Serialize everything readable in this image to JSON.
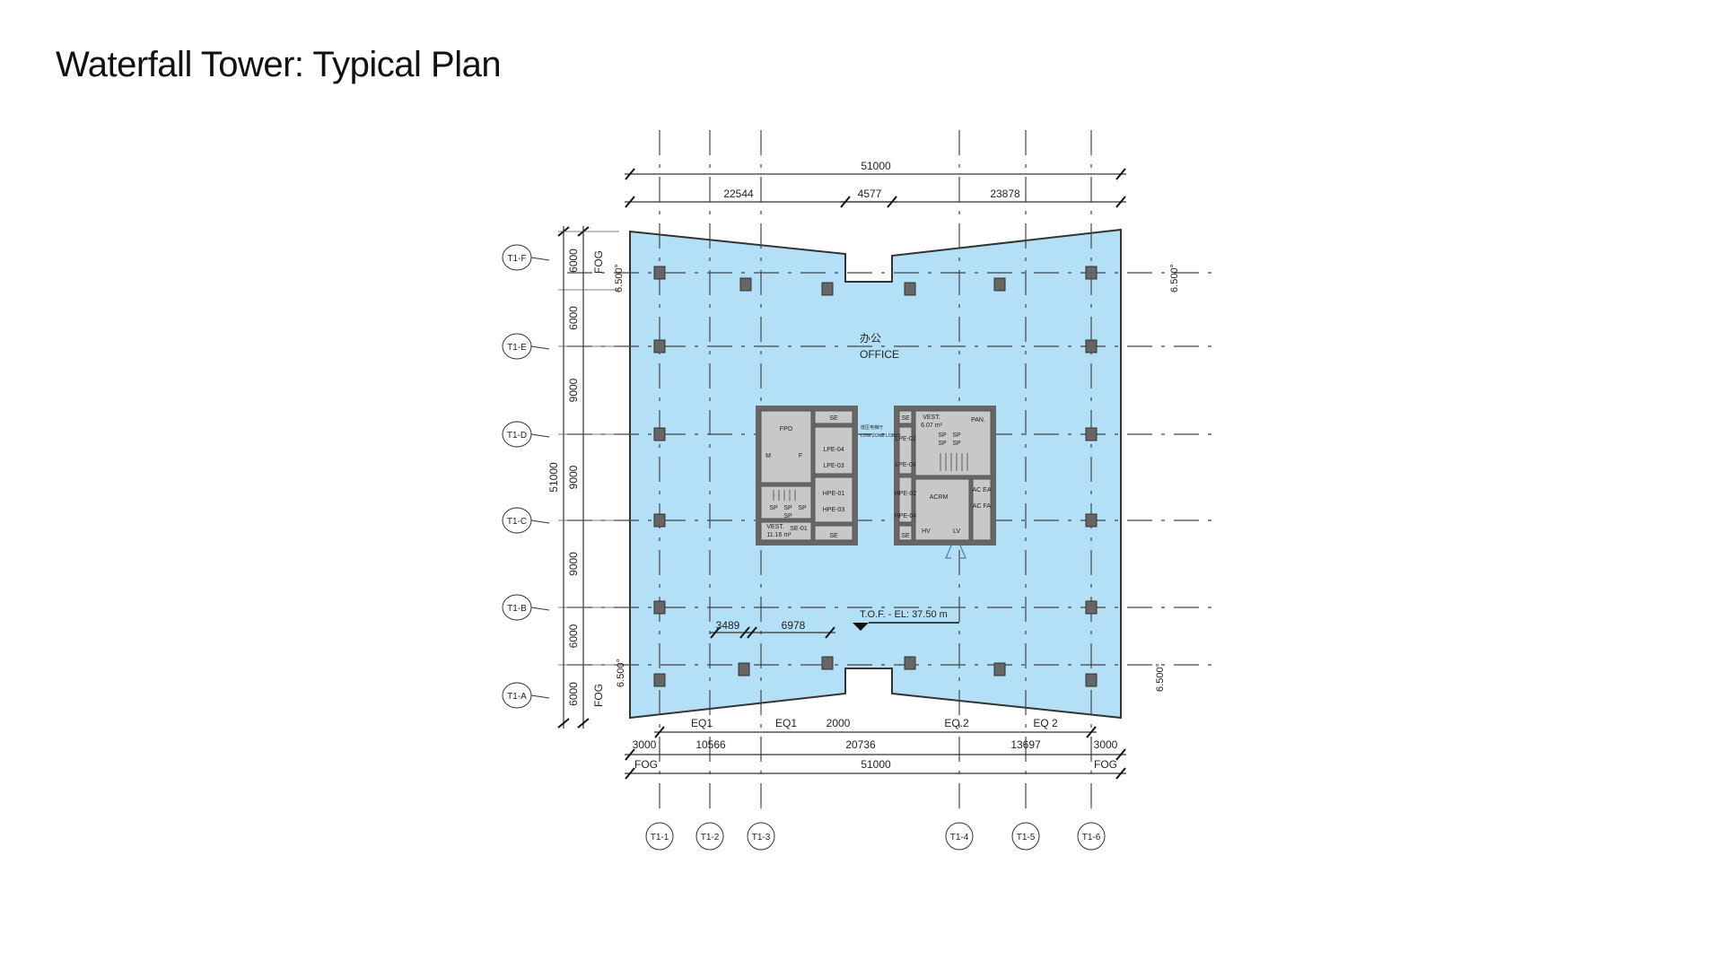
{
  "title": "Waterfall Tower: Typical Plan",
  "colors": {
    "floor_fill": "#b3e0f7",
    "core_fill": "#c8c8c8",
    "wall": "#666666"
  },
  "grid": {
    "columns": [
      "T1-1",
      "T1-2",
      "T1-3",
      "T1-4",
      "T1-5",
      "T1-6"
    ],
    "rows": [
      "T1-F",
      "T1-E",
      "T1-D",
      "T1-C",
      "T1-B",
      "T1-A"
    ]
  },
  "dimensions": {
    "top_overall": "51000",
    "top_segments": [
      "22544",
      "4577",
      "23878"
    ],
    "left_overall": "51000",
    "left_segments": [
      "6000",
      "6000",
      "9000",
      "9000",
      "9000",
      "6000",
      "6000"
    ],
    "left_fog_top": "FOG",
    "left_fog_bottom": "FOG",
    "angles": [
      "6.500°",
      "6.500°",
      "6.500°",
      "6.500°"
    ],
    "bottom_eq": [
      "EQ1",
      "EQ1",
      "2000",
      "EQ.2",
      "EQ 2"
    ],
    "bottom_row2": [
      "3000",
      "10566",
      "20736",
      "13697",
      "3000"
    ],
    "bottom_overall": "51000",
    "bottom_fog": [
      "FOG",
      "FOG"
    ],
    "inner": [
      "3489",
      "6978"
    ]
  },
  "labels": {
    "office_cn": "办公",
    "office": "OFFICE",
    "tof": "T.O.F. - EL: 37.50 m",
    "lobby_cn": "低区电梯厅",
    "lobby": "LOW ZONE LOBBY"
  },
  "core_left": [
    "FPO",
    "SE",
    "LPE-04",
    "LPE-03",
    "HPE-01",
    "HPE-03",
    "SE",
    "M",
    "F",
    "SP",
    "SP",
    "SP",
    "SP",
    "VEST.",
    "11.16 m²",
    "SE-01"
  ],
  "core_right": [
    "SE",
    "VEST.",
    "6.07 m²",
    "PAN.",
    "LPE-02",
    "LPE-04",
    "SP",
    "SP",
    "SP",
    "SP",
    "HPE-02",
    "HPE-04",
    "ACRM",
    "AC EA",
    "AC FA",
    "HV",
    "LV",
    "SE"
  ]
}
